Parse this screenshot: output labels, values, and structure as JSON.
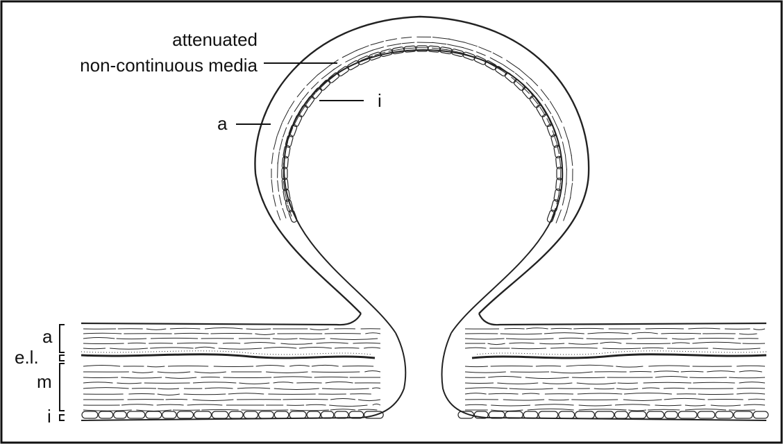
{
  "labels": {
    "media_line1": "attenuated",
    "media_line2": "non-continuous media",
    "intima_top": "i",
    "adventitia_top": "a",
    "adventitia_side": "a",
    "elastic_lamina": "e.l.",
    "media_side": "m",
    "intima_side": "i"
  }
}
